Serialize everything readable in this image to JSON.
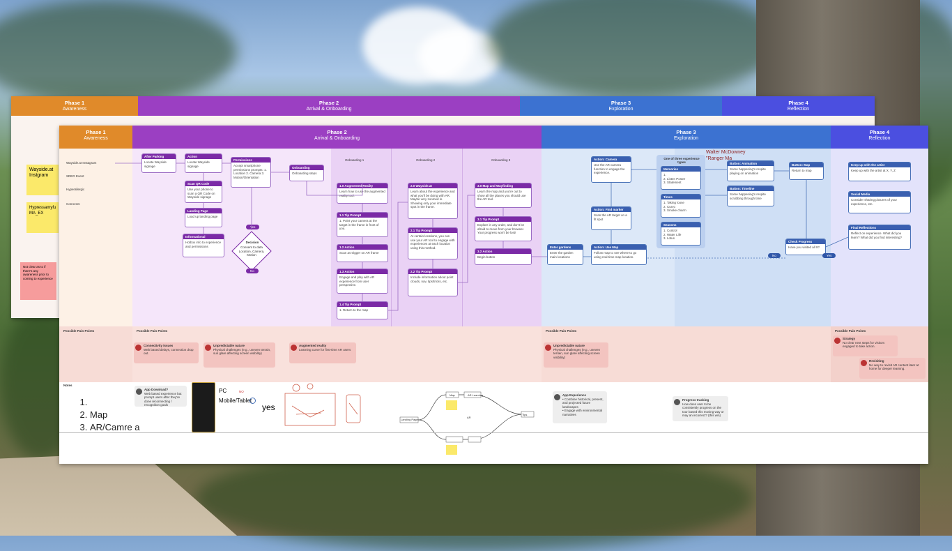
{
  "back_board": {
    "phases": [
      {
        "title": "Phase 1",
        "subtitle": "Awareness",
        "color": "#e08a2a"
      },
      {
        "title": "Phase 2",
        "subtitle": "Arrival & Onboarding",
        "color": "#9b3fc2"
      },
      {
        "title": "Phase 3",
        "subtitle": "Exploration",
        "color": "#3c72d1"
      },
      {
        "title": "Phase 4",
        "subtitle": "Reflection",
        "color": "#4b4fe0"
      }
    ],
    "stickies": [
      "Wayside.at Instgram",
      "Hypressamyfu MA_EX",
      "Not clear as to if there's any awareness prior to coming to experience"
    ]
  },
  "front_board": {
    "phases": [
      {
        "title": "Phase 1",
        "subtitle": "Awareness",
        "color": "#e08a2a"
      },
      {
        "title": "Phase 2",
        "subtitle": "Arrival & Onboarding",
        "color": "#9b3fc2"
      },
      {
        "title": "Phase 3",
        "subtitle": "Exploration",
        "color": "#3c72d1"
      },
      {
        "title": "Phase 4",
        "subtitle": "Reflection",
        "color": "#4b4fe0"
      }
    ],
    "awareness_channels": [
      "Wayside.at Instagram",
      "SDEG Event",
      "Hyperallergic",
      "Corncrem"
    ],
    "arrival_cards": [
      {
        "title": "After Parking",
        "body": "Locate Wayside signage"
      },
      {
        "title": "Action",
        "body": "Locate Wayside signage"
      },
      {
        "title": "Scan QR Code",
        "body": "Use your phone to scan a QR Code on Wayside signage"
      },
      {
        "title": "Landing Page",
        "body": "Load up landing page"
      },
      {
        "title": "Informational",
        "body": "Hotbox info to experience and permissions"
      },
      {
        "title": "Permissions",
        "body": "Accept smartphone permissions prompts: 1. Location 2. Camera 3. Motion/Orientation"
      },
      {
        "title": "Onboarding",
        "body": "Onboarding steps"
      }
    ],
    "decision": {
      "title": "Decision",
      "body": "Consent to data Location, Camera, Motion",
      "yes": "Yes",
      "no": "No"
    },
    "onboarding_lanes": [
      "Onboarding 1",
      "Onboarding 2",
      "Onboarding 3"
    ],
    "onboarding1_cards": [
      {
        "title": "1.0 Augmented Reality",
        "body": "Learn how to use the augmented reality tool."
      },
      {
        "title": "1.1 Tip Prompt",
        "body": "1. Point your camera at the target in the frame in front of you."
      },
      {
        "title": "1.2 Action",
        "body": "Scan as trigger on AR frame"
      },
      {
        "title": "1.3 Action",
        "body": "Engage and play with AR experience from user perspective."
      },
      {
        "title": "1.4 Tip Prompt",
        "body": "1. Return to the map"
      }
    ],
    "onboarding2_cards": [
      {
        "title": "2.0 Wayside.at",
        "body": "Learn about the experience and what you'll be doing with AR. Maybe very zoomed in. Showing only your immediate spot in the frame."
      },
      {
        "title": "2.1 Tip Prompt",
        "body": "At certain locations, you can use your AR tool to engage with experiences at each location using this method."
      },
      {
        "title": "2.2 Tip Prompt",
        "body": "Include information about point clouds, nav, tips/tricks, etc."
      }
    ],
    "onboarding3_cards": [
      {
        "title": "3.0 Map and Wayfinding",
        "body": "Learn the map and you're out to show all the places you should use the AR tool."
      },
      {
        "title": "3.1 Tip Prompt",
        "body": "Explore in any order, and don't be afraid to move from your browser. Your progress won't be lost!"
      },
      {
        "title": "3.2 Action",
        "body": "Begin button"
      }
    ],
    "exploration": {
      "enter_gardens": {
        "title": "Enter gardens",
        "body": "Enter the garden main locations"
      },
      "use_map": {
        "title": "Action: Use Map",
        "body": "Follow map to see where to go using real-time map location."
      },
      "find_marker": {
        "title": "Action: Find marker",
        "body": "Scan the AR target on a fit spot"
      },
      "camera": {
        "title": "Action: Camera",
        "body": "Use the AR camera function to engage the experience."
      },
      "experience_types": {
        "header": "One of three experience types",
        "groups": [
          {
            "title": "Memories",
            "items": [
              "1.",
              "2. Listen Poster",
              "3. Statement"
            ]
          },
          {
            "title": "Times",
            "items": [
              "1. Taking loose",
              "2. Curvo",
              "3. Smoke charm"
            ]
          },
          {
            "title": "Seasons",
            "items": [
              "1. Control",
              "2. Water Life",
              "3. Lotus"
            ]
          }
        ]
      },
      "annotation": "Walter McDowney \"Ranger Ma",
      "button_animation": {
        "title": "Button: Animation",
        "body": "Some happening's respite playing on animation"
      },
      "button_timeline": {
        "title": "Button: Timeline",
        "body": "Some happening's respite scrubbing through time"
      },
      "button_map": {
        "title": "Button: Map",
        "body": "Return to map"
      },
      "check_progress": {
        "title": "Check Progress",
        "body": "Have you visited all 9?"
      },
      "yes": "Yes",
      "no": "No"
    },
    "reflection_cards": [
      {
        "title": "Keep up with the artist",
        "body": "Keep up with the artist at X, Y, Z"
      },
      {
        "title": "Social Media",
        "body": "Consider sharing pictures of your experience, etc."
      },
      {
        "title": "Final Reflections",
        "body": "Reflect on experience. What did you learn? What did you find interesting?"
      }
    ],
    "pain_points": {
      "row_label": "Possible Pain Points",
      "phase2_label": "Possible Pain Points",
      "phase3_label": "Possible Pain Points",
      "phase4_label": "Possible Pain Points",
      "items": [
        {
          "title": "Connectivity issues",
          "body": "Web based delays, connection drop out."
        },
        {
          "title": "Unpredictable nature",
          "body": "Physical challenges (e.g., uneven terrain, sun glare affecting screen visibility)"
        },
        {
          "title": "Augmented reality",
          "body": "Learning curve for first-time AR users"
        },
        {
          "title": "Unpredictable nature",
          "body": "Physical challenges (e.g., uneven terrain, sun glare affecting screen visibility)"
        },
        {
          "title": "Strategy",
          "body": "No clear next steps for visitors engaged to take action."
        },
        {
          "title": "Revisiting",
          "body": "No way to revisit AR content later at home for deeper learning."
        }
      ]
    },
    "notes": {
      "label": "Notes",
      "list": [
        "",
        "Map",
        "AR/Camre a"
      ],
      "app_download": {
        "title": "App Download?",
        "body": "Web based experience but prompt users after they're done reconnecting / recognition goals"
      },
      "pc": "PC",
      "pc_no": "NO",
      "mobile": "Mobile/Tablet",
      "yes": "yes",
      "app_experience": {
        "title": "App Experience",
        "items": [
          "Combine historical, present, and projected future landscapes",
          "Engage with environmental narratives"
        ]
      },
      "progress": {
        "title": "Progress tracking",
        "body": "How does user to be consistently progress on the tour based this moving way or may an incorrect? (this win)"
      },
      "flow_labels": [
        "Landing Page",
        "Map",
        "AR Learning",
        "AR",
        "Tips"
      ]
    }
  }
}
